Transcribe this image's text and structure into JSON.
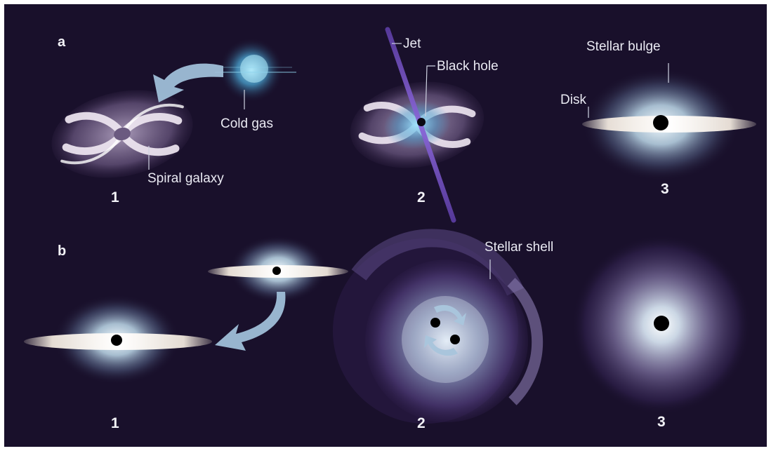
{
  "colors": {
    "background": "#19102b",
    "halo": "#dbe9f2",
    "gas": "#6ec3e6",
    "arrow": "#9fbfd8",
    "jet": "#7a55c4",
    "core": "#000000"
  },
  "panel_a": {
    "letter": "a",
    "labels": {
      "cold_gas": "Cold gas",
      "spiral_galaxy": "Spiral galaxy",
      "jet": "Jet",
      "black_hole": "Black hole",
      "stellar_bulge": "Stellar bulge",
      "disk": "Disk"
    },
    "steps": [
      "1",
      "2",
      "3"
    ]
  },
  "panel_b": {
    "letter": "b",
    "labels": {
      "stellar_shell": "Stellar shell"
    },
    "steps": [
      "1",
      "2",
      "3"
    ]
  }
}
